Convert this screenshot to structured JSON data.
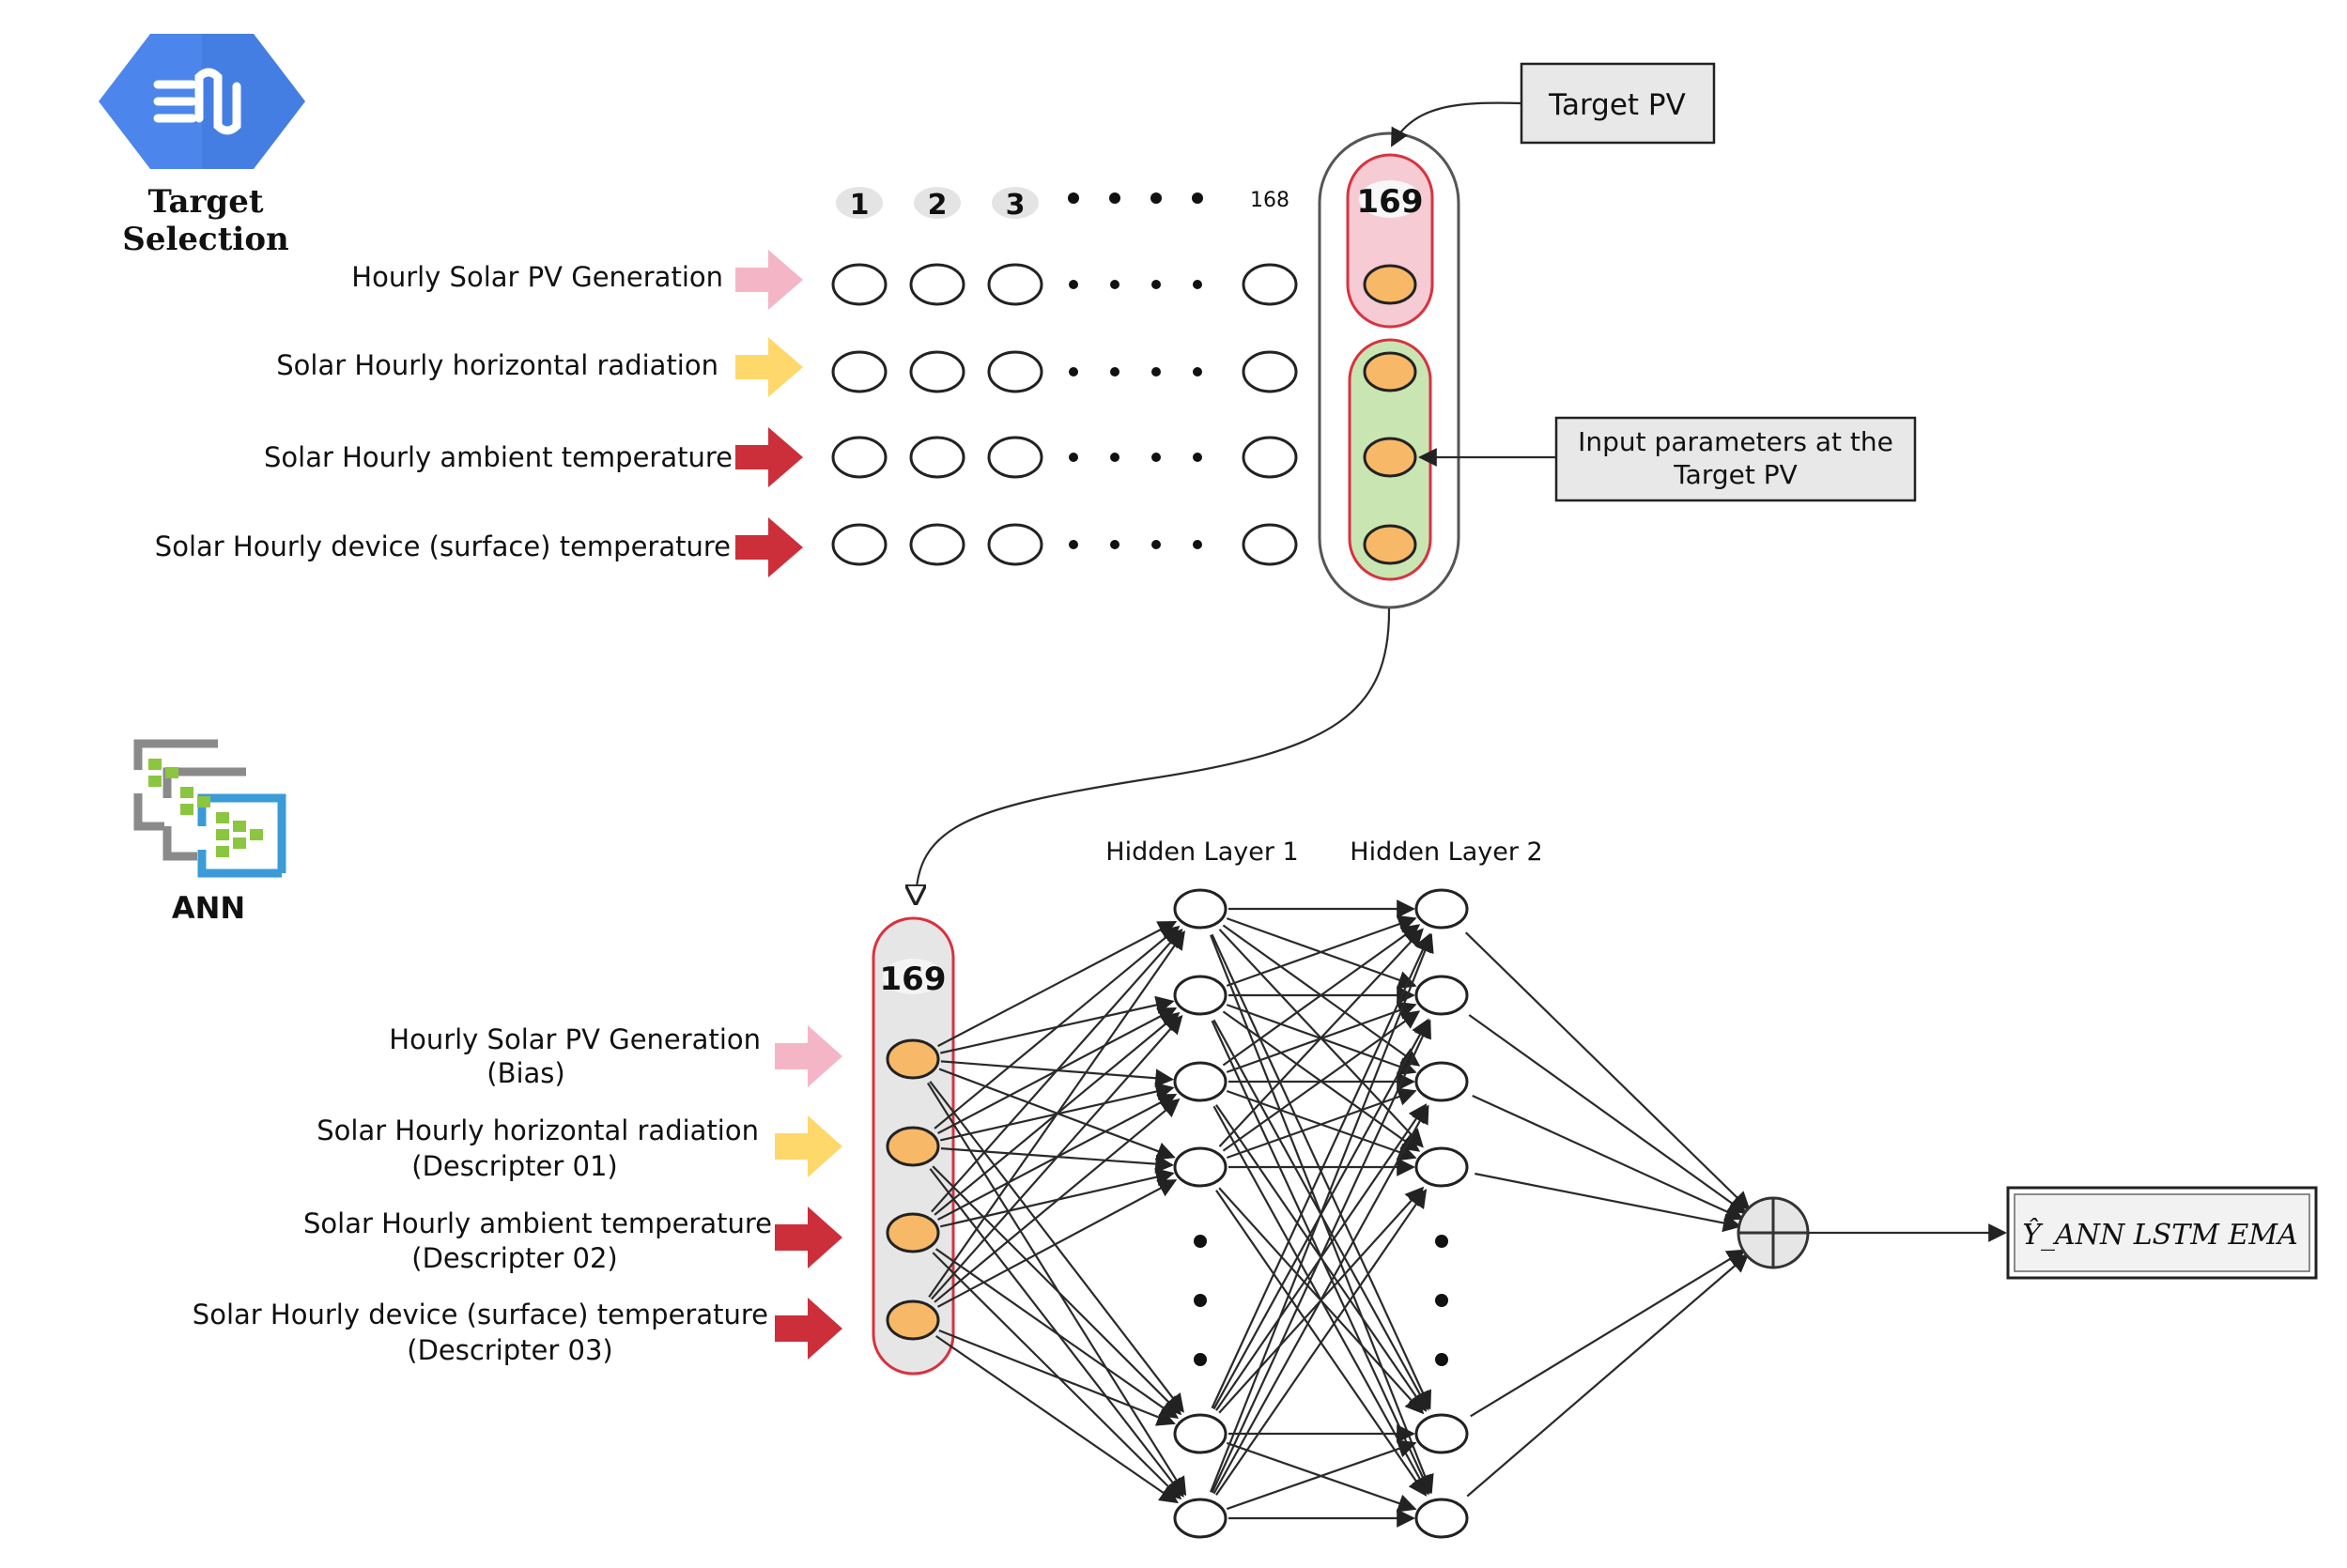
{
  "top_section": {
    "title_line1": "Target",
    "title_line2": "Selection",
    "column_numbers": [
      "1",
      "2",
      "3",
      "168"
    ],
    "target_number": "169",
    "rows": [
      {
        "label": "Hourly Solar PV Generation",
        "arrow_color": "#f4b6c6"
      },
      {
        "label": "Solar Hourly horizontal radiation",
        "arrow_color": "#ffd86b"
      },
      {
        "label": "Solar Hourly ambient temperature",
        "arrow_color": "#cc2f3a"
      },
      {
        "label": "Solar Hourly device (surface) temperature",
        "arrow_color": "#cc2f3a"
      }
    ],
    "callout_target": "Target PV",
    "callout_inputs_line1": "Input parameters at the",
    "callout_inputs_line2": "Target PV",
    "colors": {
      "target_highlight": "#f6cbd3",
      "input_highlight": "#c9e6b2",
      "outline_red": "#d9323f"
    }
  },
  "ann_section": {
    "title": "ANN",
    "input_number": "169",
    "hidden_layer_1": "Hidden Layer 1",
    "hidden_layer_2": "Hidden Layer 2",
    "inputs": [
      {
        "line1": "Hourly Solar PV Generation",
        "line2": "(Bias)",
        "arrow_color": "#f4b6c6"
      },
      {
        "line1": "Solar Hourly horizontal radiation",
        "line2": "(Descripter 01)",
        "arrow_color": "#ffd86b"
      },
      {
        "line1": "Solar Hourly ambient temperature",
        "line2": "(Descripter 02)",
        "arrow_color": "#cc2f3a"
      },
      {
        "line1": "Solar Hourly device (surface) temperature",
        "line2": "(Descripter 03)",
        "arrow_color": "#cc2f3a"
      }
    ],
    "output_label": "Ŷ_ANN LSTM EMA"
  },
  "icons": [
    "signal-hexagon-icon",
    "cascaded-layers-icon",
    "sum-node-icon"
  ]
}
